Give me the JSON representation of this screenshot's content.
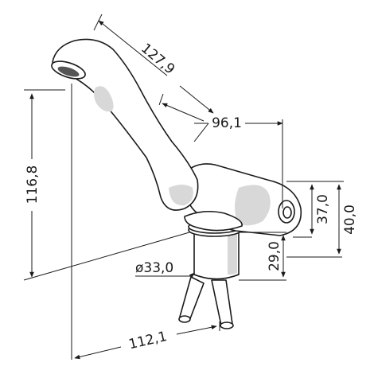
{
  "dimensions": {
    "spout_length": "127,9",
    "spout_reach": "96,1",
    "total_height": "116,8",
    "body_height": "37,0",
    "body_depth": "40,0",
    "connector_height": "29,0",
    "base_diameter": "ø33,0",
    "total_depth": "112,1"
  },
  "colors": {
    "line": "#1a1a1a",
    "shade": "#d8d8d8"
  }
}
